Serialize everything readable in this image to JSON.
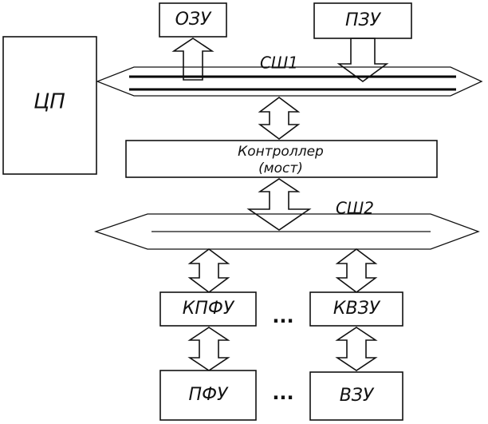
{
  "blocks": {
    "ozu": "ОЗУ",
    "pzu": "ПЗУ",
    "cpu": "ЦП",
    "controller_line1": "Контроллер",
    "controller_line2": "(мост)",
    "kpfu": "КПФУ",
    "kvzu": "КВЗУ",
    "pfu": "ПФУ",
    "vzu": "ВЗУ"
  },
  "buses": {
    "bus1": "СШ1",
    "bus2": "СШ2"
  },
  "ellipsis": "...",
  "colors": {
    "stroke": "#111111",
    "background": "#ffffff"
  }
}
